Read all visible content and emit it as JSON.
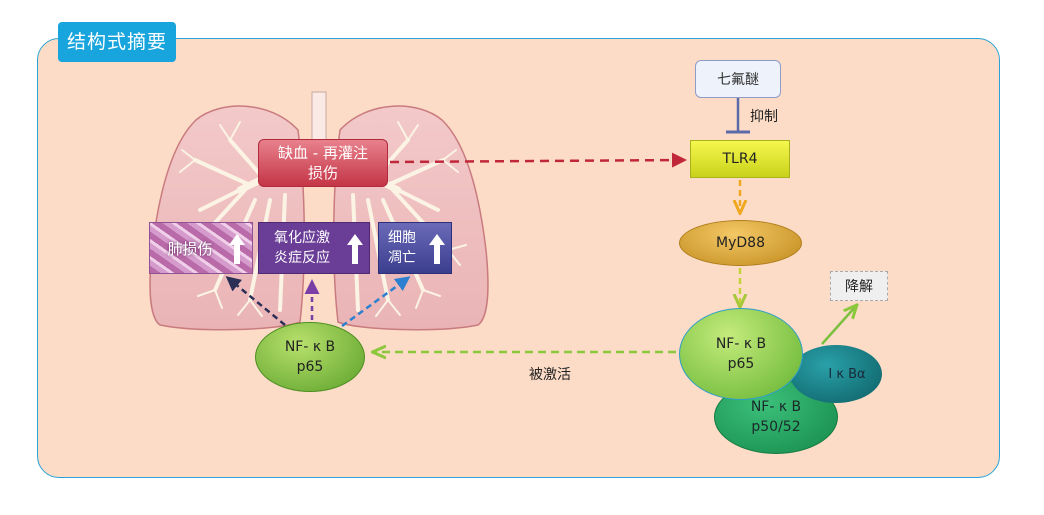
{
  "title": "结构式摘要",
  "nodes": {
    "ischemia": "缺血 - 再灌注\n损伤",
    "lung_injury": "肺损伤",
    "oxidative": "氧化应激\n炎症反应",
    "apoptosis": "细胞\n凋亡",
    "sevoflurane": "七氟醚",
    "inhibit": "抑制",
    "tlr4": "TLR4",
    "myd88": "MyD88",
    "degrade": "降解",
    "nfkb_left": "NF- κ B\np65",
    "nfkb_right": "NF- κ B\np65",
    "ikb": "I κ Bα",
    "nfkb_p5052": "NF- κ B\np50/52",
    "activated": "被激活"
  },
  "colors": {
    "panel_bg": "#fcdcc6",
    "panel_border": "#2aa3d6",
    "title_bg": "#18a4dc",
    "ischemia_arrow": "#c0283a",
    "tlr4_arrow": "#f0a820",
    "myd88_arrow": "#c6d23a",
    "activation_arrow": "#8cc83c",
    "degrade_arrow": "#7cc040",
    "inhibit_line": "#5b6aa8"
  },
  "icons": [
    "up-arrow-icon",
    "lung-illustration"
  ]
}
